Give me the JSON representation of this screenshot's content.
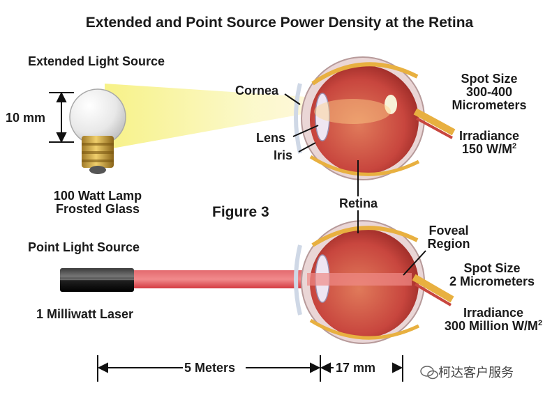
{
  "title": "Extended and Point Source Power Density at the Retina",
  "figure_label": "Figure 3",
  "extended": {
    "heading": "Extended Light Source",
    "size": "10 mm",
    "lamp_line1": "100 Watt Lamp",
    "lamp_line2": "Frosted Glass",
    "spot_line1": "Spot Size",
    "spot_line2": "300-400",
    "spot_line3": "Micrometers",
    "irr_line1": "Irradiance",
    "irr_line2": "150 W/M",
    "irr_sup": "2"
  },
  "point": {
    "heading": "Point Light Source",
    "laser": "1 Milliwatt Laser",
    "spot_line1": "Spot Size",
    "spot_line2": "2 Micrometers",
    "irr_line1": "Irradiance",
    "irr_line2": "300 Million W/M",
    "irr_sup": "2"
  },
  "anatomy": {
    "cornea": "Cornea",
    "lens": "Lens",
    "iris": "Iris",
    "retina": "Retina",
    "foveal_line1": "Foveal",
    "foveal_line2": "Region"
  },
  "distances": {
    "source_to_eye": "5 Meters",
    "eye_length": "17 mm"
  },
  "watermark": "柯达客户服务",
  "colors": {
    "beam_yellow": "#f2ee7a",
    "beam_red": "#e2474b",
    "eye_red": "#c8463e",
    "sclera": "#ead6d6"
  }
}
